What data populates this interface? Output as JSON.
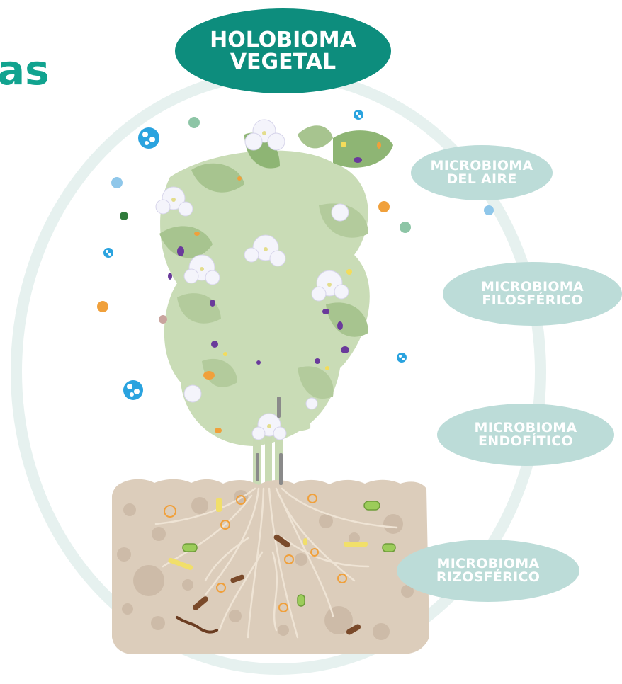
{
  "fragment_text": "as",
  "title": "HOLOBIOMA\nVEGETAL",
  "labels": {
    "aire": "MICROBIOMA\nDEL AIRE",
    "filosferico": "MICROBIOMA\nFILOSFÉRICO",
    "endofitico": "MICROBIOMA\nENDOFÍTICO",
    "rizosferico": "MICROBIOMA\nRIZOSFÉRICO"
  },
  "colors": {
    "title_bg": "#0d8d7d",
    "pill_bg": "#bcdcd8",
    "ring": "#e6f1ef",
    "soil": "#dccdbb",
    "foliage": "#b7cfa0",
    "text": "#ffffff",
    "accent_text": "#11a38f"
  },
  "icons": [
    "pollen-icon",
    "spore-icon",
    "bacteria-icon",
    "fungus-icon",
    "flower-icon",
    "leaf-icon",
    "root-icon",
    "earthworm-icon"
  ]
}
